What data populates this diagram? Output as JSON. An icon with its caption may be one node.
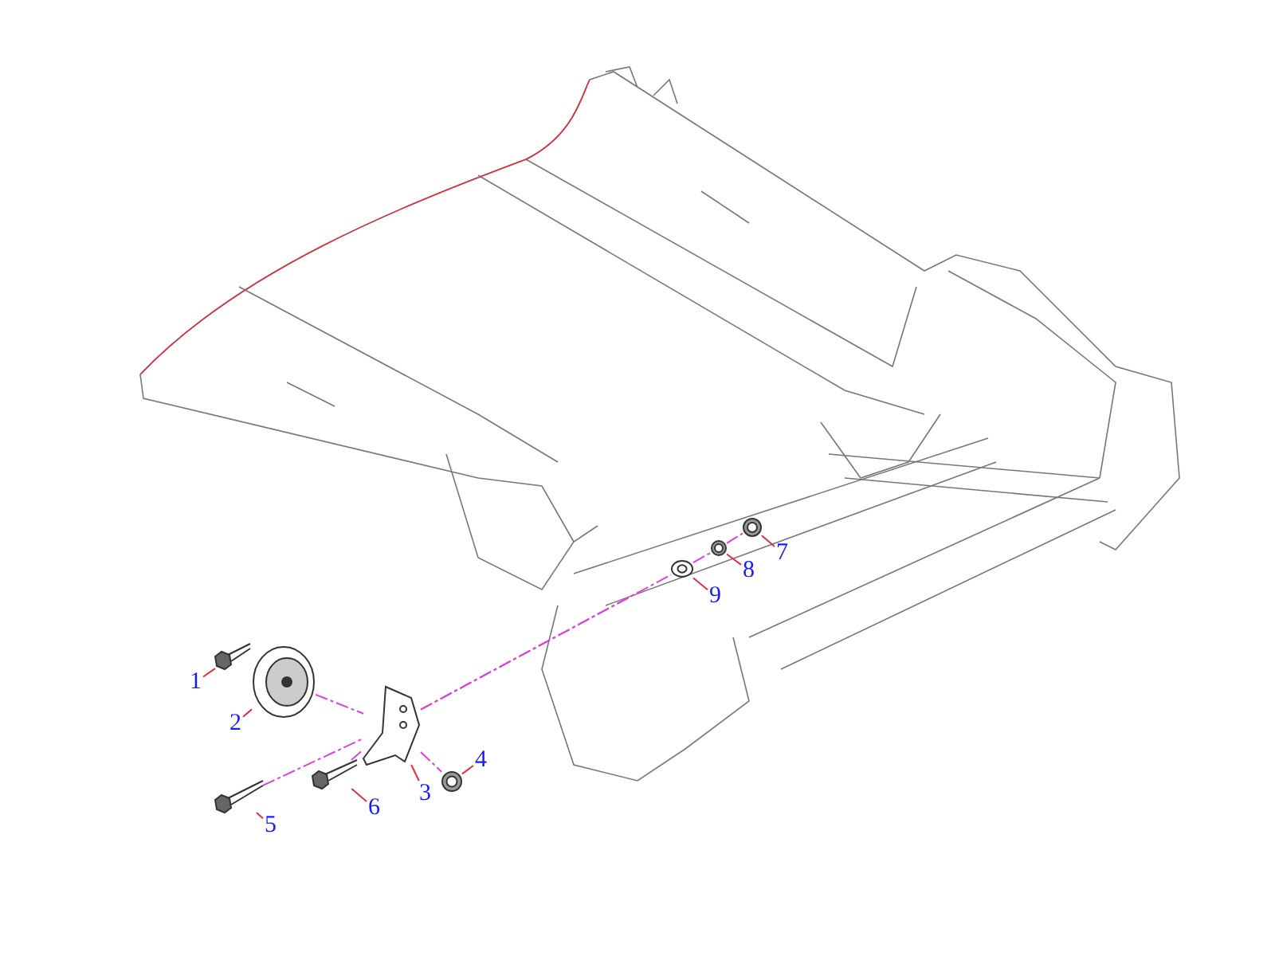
{
  "diagram": {
    "nodes": [
      {
        "text": [
          "1"
        ]
      },
      {
        "text": [
          "2"
        ]
      },
      {
        "text": [
          "3"
        ]
      },
      {
        "text": [
          "4"
        ]
      },
      {
        "text": [
          "5"
        ]
      },
      {
        "text": [
          "6"
        ]
      },
      {
        "text": [
          "7"
        ]
      },
      {
        "text": [
          "8"
        ]
      },
      {
        "text": [
          "9"
        ]
      },
      {
        "text": [],
        "shape": "picture"
      },
      {
        "text": [],
        "shape": "picture"
      },
      {
        "text": [],
        "shape": "picture"
      },
      {
        "text": [],
        "shape": "picture"
      },
      {
        "text": [],
        "shape": "picture"
      },
      {
        "text": [],
        "shape": "picture"
      },
      {
        "text": [],
        "shape": "picture"
      },
      {
        "text": [],
        "shape": "picture"
      },
      {
        "text": [],
        "shape": "picture"
      }
    ],
    "edges": [
      {
        "from": 0,
        "to": 9,
        "arrow": "none"
      },
      {
        "from": 1,
        "to": 10,
        "arrow": "none"
      },
      {
        "from": 2,
        "to": 11,
        "arrow": "none"
      },
      {
        "from": 3,
        "to": 12,
        "arrow": "none"
      },
      {
        "from": 4,
        "to": 13,
        "arrow": "none"
      },
      {
        "from": 5,
        "to": 14,
        "arrow": "none"
      },
      {
        "from": 6,
        "to": 15,
        "arrow": "none"
      },
      {
        "from": 7,
        "to": 16,
        "arrow": "none"
      },
      {
        "from": 8,
        "to": 17,
        "arrow": "none"
      },
      {
        "from": 13,
        "to": 11,
        "arrow": "none",
        "style": "dashed",
        "color": "#e040e0"
      },
      {
        "from": 11,
        "to": 17,
        "arrow": "none",
        "style": "dashed",
        "color": "#e040e0"
      },
      {
        "from": 14,
        "to": 11,
        "arrow": "none",
        "style": "dashed",
        "color": "#e040e0"
      },
      {
        "from": 11,
        "to": null,
        "arrow": "none",
        "style": "dashed",
        "color": "#e040e0"
      },
      {
        "from": 10,
        "to": 11,
        "arrow": "none",
        "style": "dashed",
        "color": "#e040e0"
      },
      {
        "from": 11,
        "to": 12,
        "arrow": "none",
        "style": "dashed",
        "color": "#e040e0"
      },
      {
        "from": 17,
        "to": 16,
        "arrow": "none",
        "style": "dashed",
        "color": "#e040e0"
      },
      {
        "from": 16,
        "to": 15,
        "arrow": "none",
        "style": "dashed",
        "color": "#e040e0"
      }
    ]
  }
}
